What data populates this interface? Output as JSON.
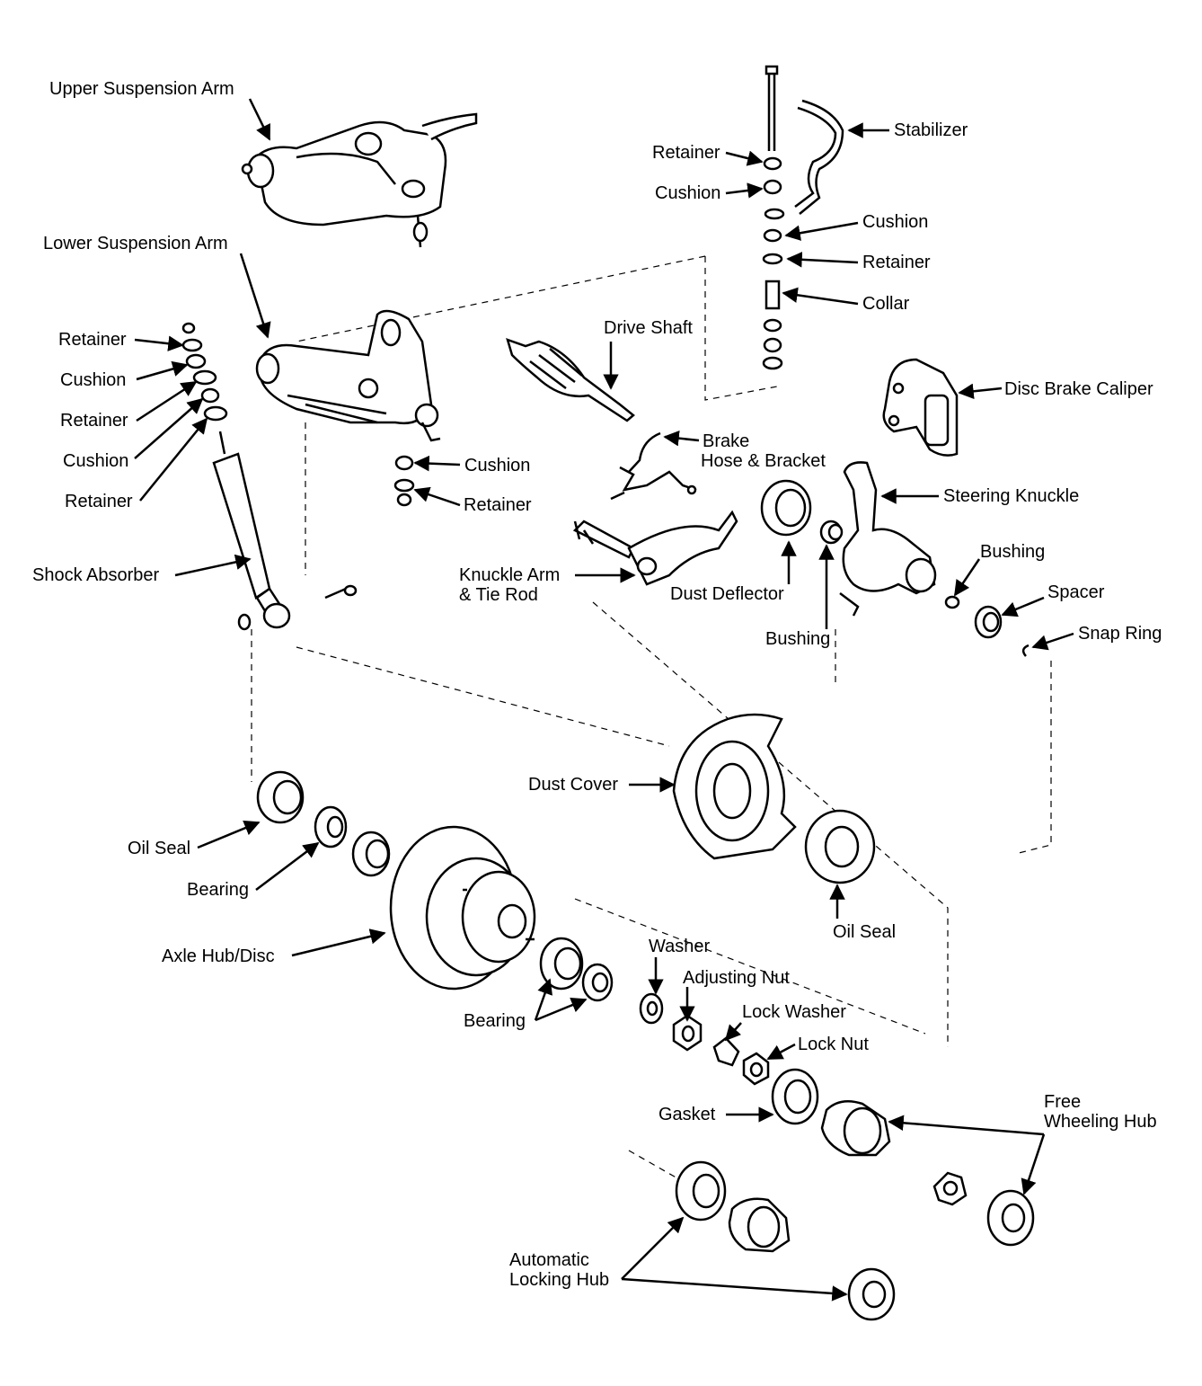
{
  "labels": {
    "upper_suspension_arm": "Upper Suspension Arm",
    "lower_suspension_arm": "Lower Suspension Arm",
    "stabilizer": "Stabilizer",
    "retainer_top": "Retainer",
    "cushion_top": "Cushion",
    "cushion_stab": "Cushion",
    "retainer_stab": "Retainer",
    "collar": "Collar",
    "drive_shaft": "Drive Shaft",
    "disc_brake_caliper": "Disc Brake Caliper",
    "retainer_l1": "Retainer",
    "cushion_l1": "Cushion",
    "retainer_l2": "Retainer",
    "cushion_l2": "Cushion",
    "retainer_l3": "Retainer",
    "cushion_lower": "Cushion",
    "retainer_lower": "Retainer",
    "brake_hose_1": "Brake",
    "brake_hose_2": "Hose & Bracket",
    "steering_knuckle": "Steering Knuckle",
    "shock_absorber": "Shock Absorber",
    "knuckle_arm_1": "Knuckle Arm",
    "knuckle_arm_2": "& Tie Rod",
    "dust_deflector": "Dust Deflector",
    "bushing_1": "Bushing",
    "bushing_2": "Bushing",
    "spacer": "Spacer",
    "snap_ring": "Snap Ring",
    "dust_cover": "Dust Cover",
    "oil_seal_1": "Oil Seal",
    "bearing_1": "Bearing",
    "oil_seal_2": "Oil Seal",
    "axle_hub_disc": "Axle Hub/Disc",
    "washer": "Washer",
    "adjusting_nut": "Adjusting Nut",
    "lock_washer": "Lock Washer",
    "lock_nut": "Lock Nut",
    "bearing_2": "Bearing",
    "gasket": "Gasket",
    "free_wheeling_1": "Free",
    "free_wheeling_2": "Wheeling Hub",
    "auto_locking_1": "Automatic",
    "auto_locking_2": "Locking Hub"
  }
}
